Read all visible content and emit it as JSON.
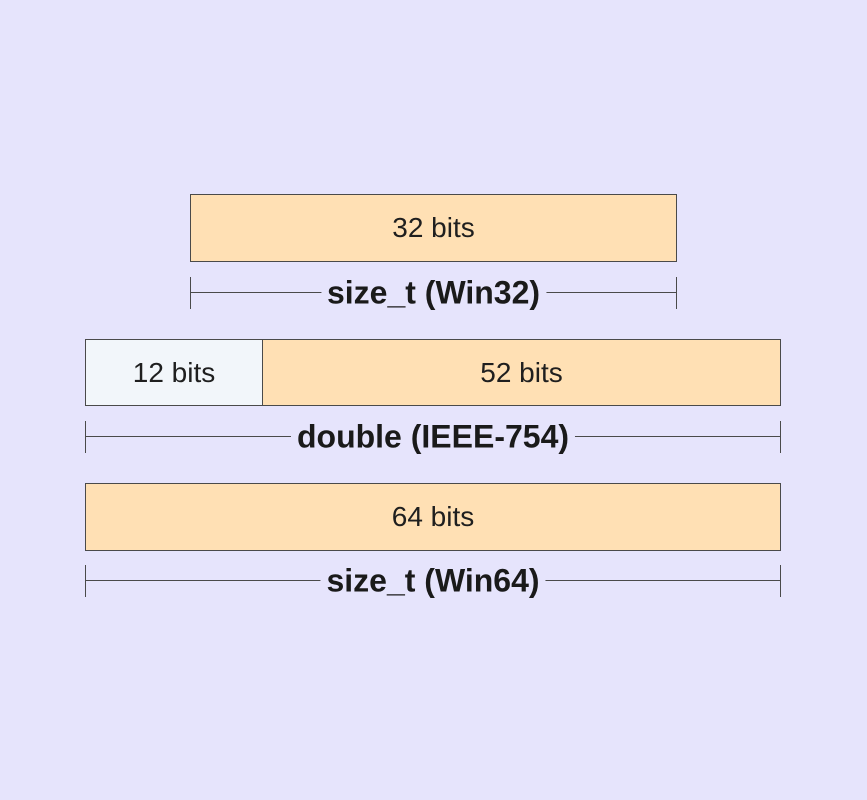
{
  "diagram": {
    "rows": [
      {
        "segments": [
          {
            "label": "32 bits"
          }
        ],
        "caption": "size_t (Win32)"
      },
      {
        "segments": [
          {
            "label": "12 bits"
          },
          {
            "label": "52 bits"
          }
        ],
        "caption": "double (IEEE-754)"
      },
      {
        "segments": [
          {
            "label": "64 bits"
          }
        ],
        "caption": "size_t (Win64)"
      }
    ]
  },
  "colors": {
    "background": "#e6e4fc",
    "bits_fill": "#ffe0b4",
    "exponent_fill": "#f2f6fa",
    "stroke": "#4a4a4a"
  }
}
